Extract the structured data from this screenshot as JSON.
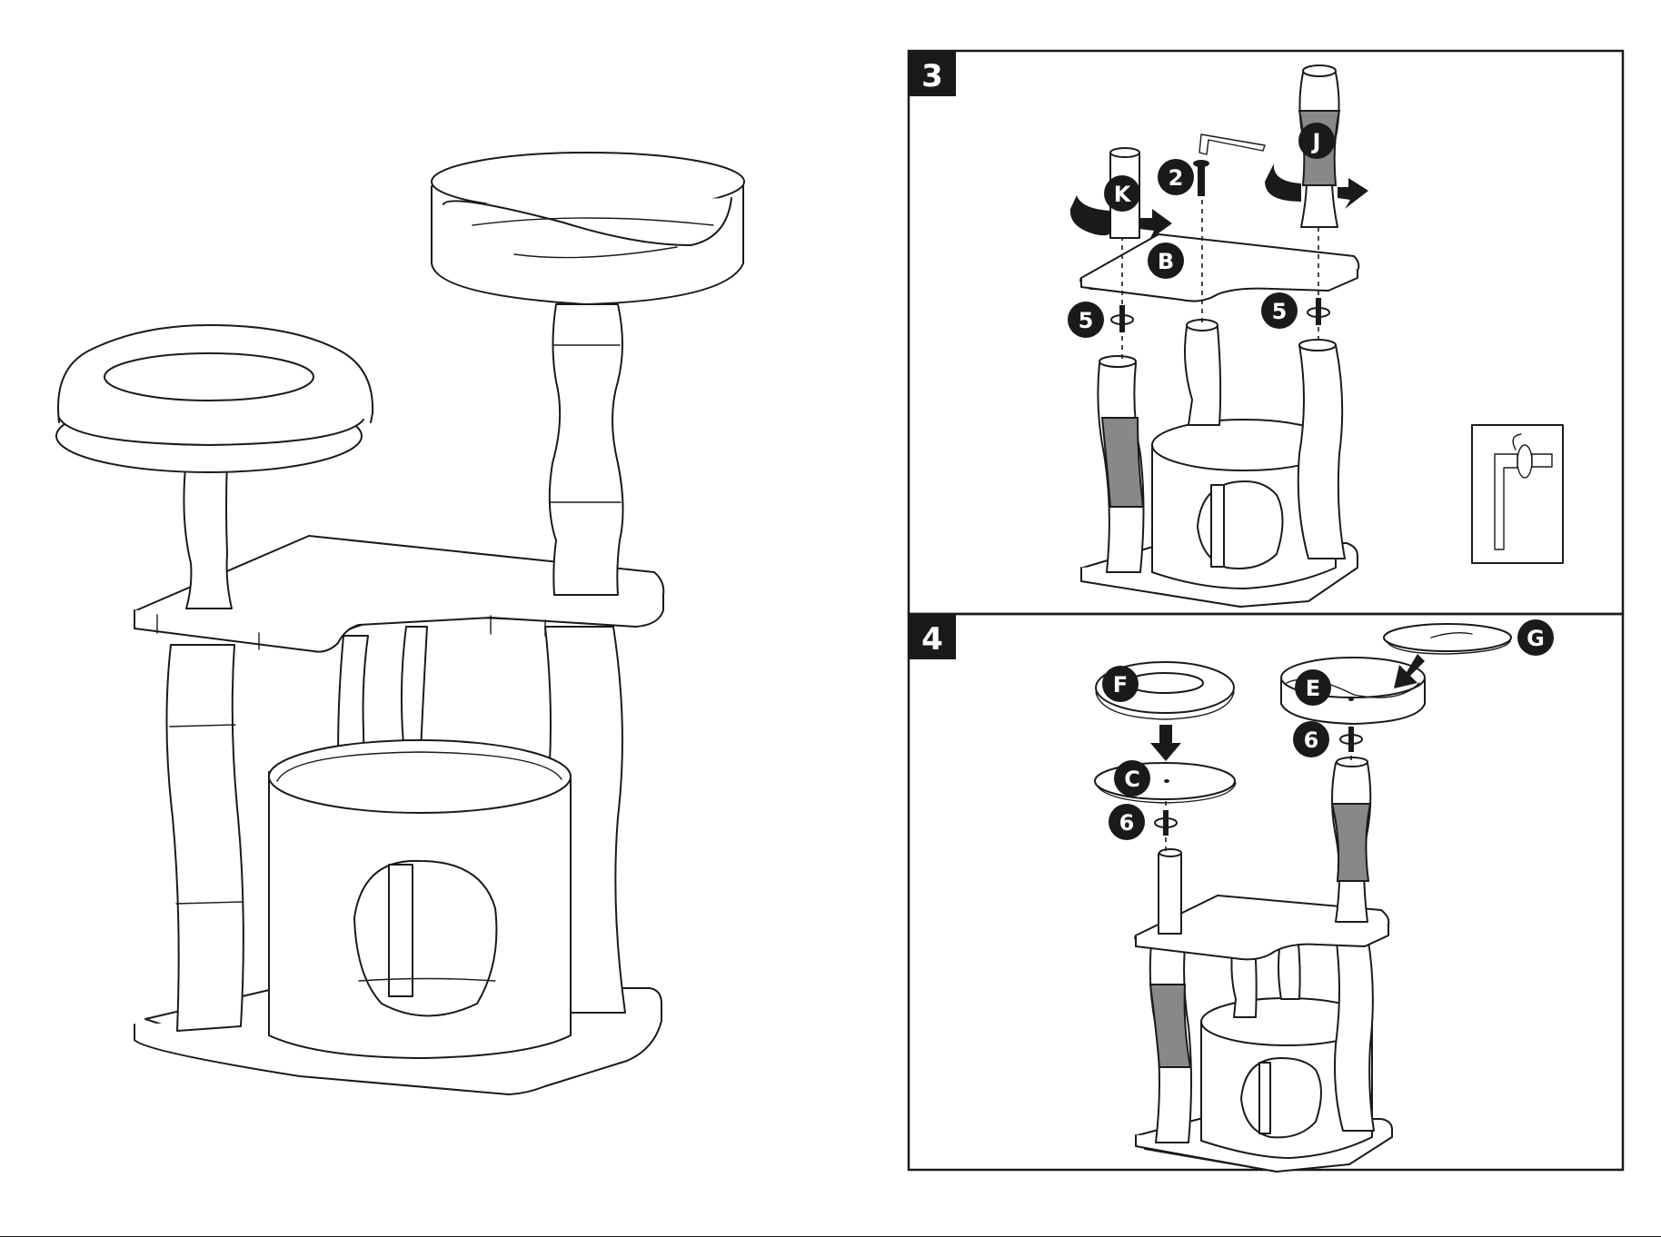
{
  "steps": [
    {
      "number": "3"
    },
    {
      "number": "4"
    }
  ],
  "step3": {
    "labels": {
      "part_k": "K",
      "part_j": "J",
      "part_b": "B",
      "screw_qty": "2",
      "bolt_left": "5",
      "bolt_right": "5"
    }
  },
  "step4": {
    "labels": {
      "part_f": "F",
      "part_g": "G",
      "part_e": "E",
      "part_c": "C",
      "bolt_left": "6",
      "bolt_right": "6"
    }
  },
  "colors": {
    "line": "#1a1a1a",
    "sisal": "#888888",
    "badge": "#1a1a1a",
    "background": "#ffffff"
  }
}
